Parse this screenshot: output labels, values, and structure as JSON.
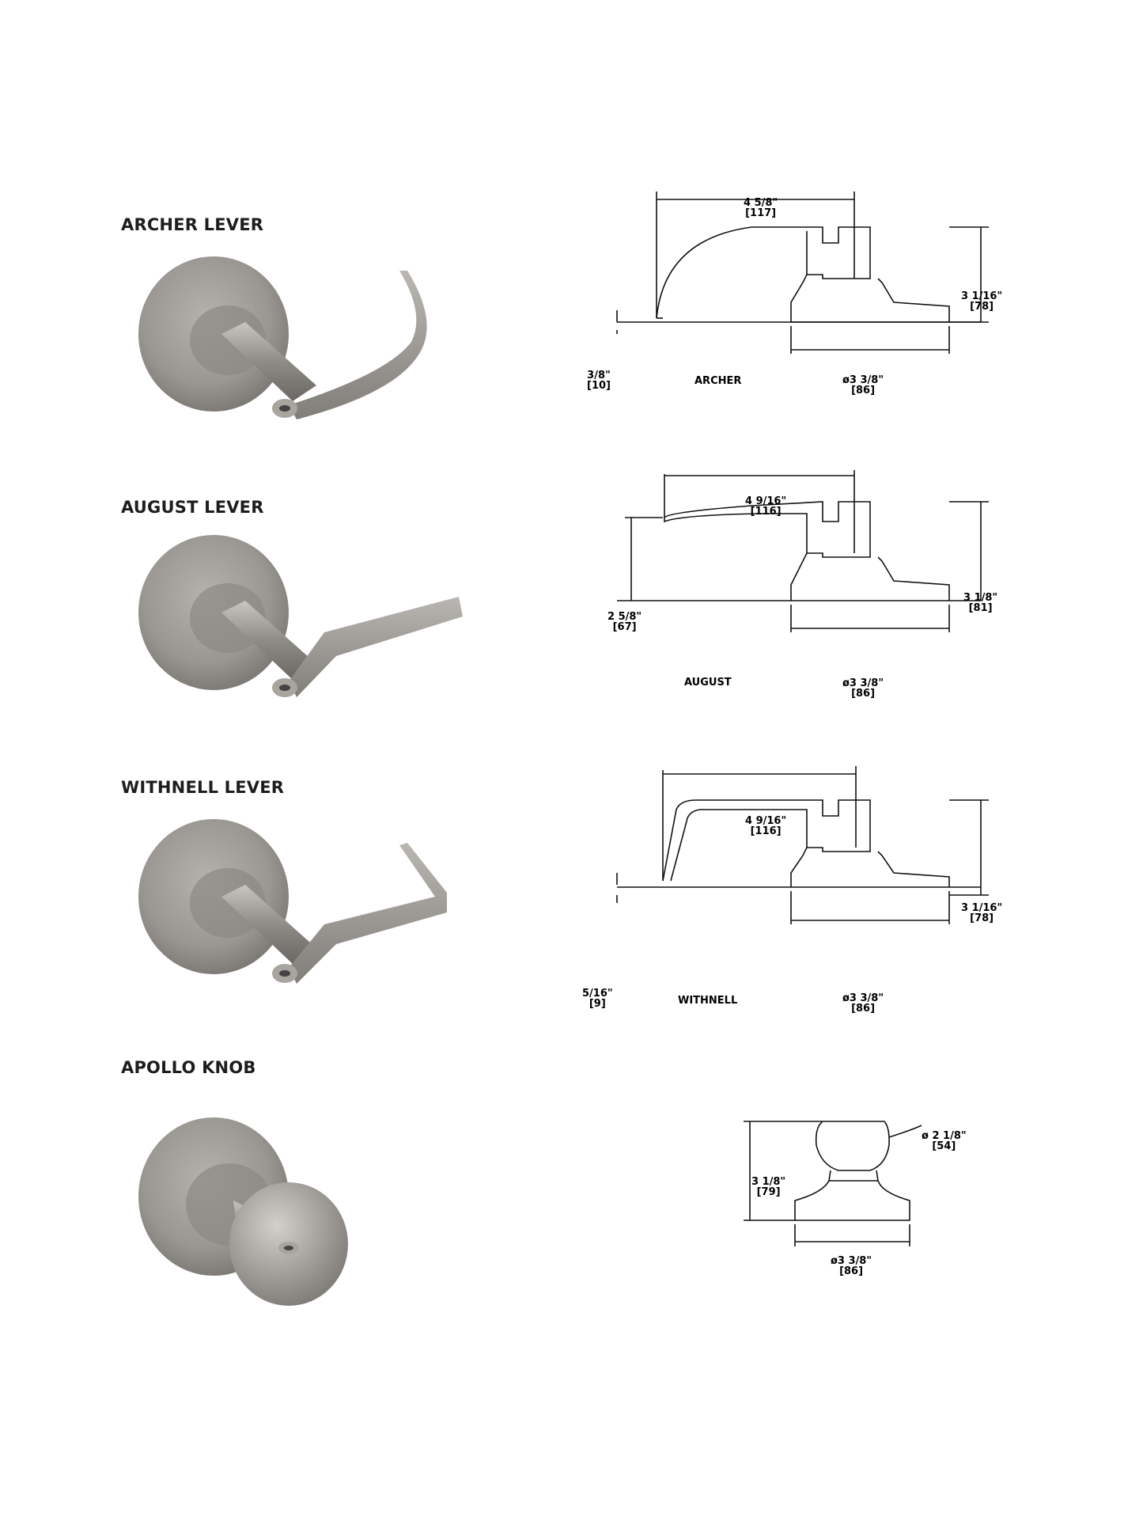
{
  "products": [
    {
      "title": "ARCHER LEVER",
      "model": "ARCHER",
      "dims": {
        "length": "4 5/8\"",
        "length_mm": "[117]",
        "height": "3 1/16\"",
        "height_mm": "[78]",
        "offset": "3/8\"",
        "offset_mm": "[10]",
        "rose": "ø3 3/8\"",
        "rose_mm": "[86]"
      }
    },
    {
      "title": "AUGUST LEVER",
      "model": "AUGUST",
      "dims": {
        "length": "4 9/16\"",
        "length_mm": "[116]",
        "height": "3 1/8\"",
        "height_mm": "[81]",
        "drop": "2 5/8\"",
        "drop_mm": "[67]",
        "rose": "ø3 3/8\"",
        "rose_mm": "[86]"
      }
    },
    {
      "title": "WITHNELL LEVER",
      "model": "WITHNELL",
      "dims": {
        "length": "4 9/16\"",
        "length_mm": "[116]",
        "height": "3 1/16\"",
        "height_mm": "[78]",
        "offset": "5/16\"",
        "offset_mm": "[9]",
        "rose": "ø3 3/8\"",
        "rose_mm": "[86]"
      }
    },
    {
      "title": "APOLLO KNOB",
      "dims": {
        "knob": "ø 2 1/8\"",
        "knob_mm": "[54]",
        "height": "3 1/8\"",
        "height_mm": "[79]",
        "rose": "ø3 3/8\"",
        "rose_mm": "[86]"
      }
    }
  ]
}
